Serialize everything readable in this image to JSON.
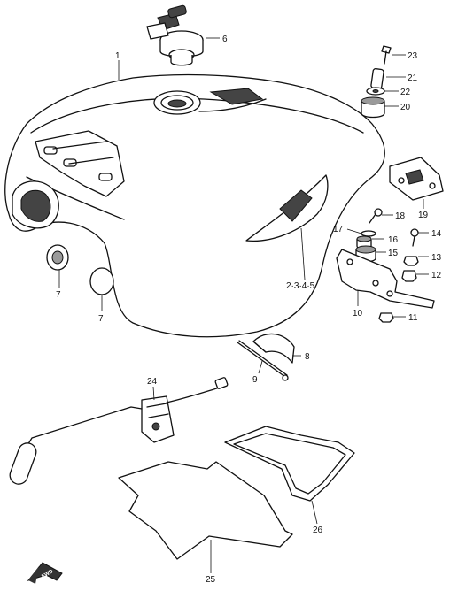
{
  "diagram": {
    "callouts": {
      "c1": "1",
      "c6": "6",
      "c23": "23",
      "c21": "21",
      "c22": "22",
      "c20": "20",
      "c19": "19",
      "c18": "18",
      "c17": "17",
      "c16": "16",
      "c14": "14",
      "c15": "15",
      "c13": "13",
      "c12": "12",
      "c10": "10",
      "c11": "11",
      "c7a": "7",
      "c7b": "7",
      "c2345": "2·3·4·5",
      "c8": "8",
      "c9": "9",
      "c24": "24",
      "c26": "26",
      "c25": "25"
    },
    "fwd_label": "FWD"
  }
}
